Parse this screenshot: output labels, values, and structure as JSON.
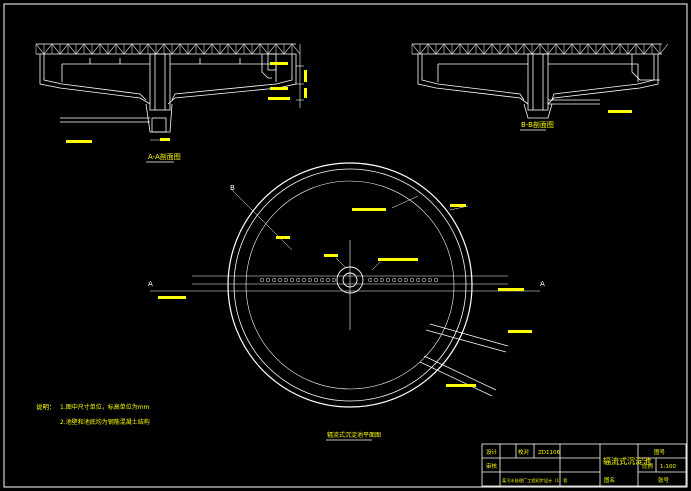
{
  "colors": {
    "background": "#000000",
    "line": "#ffffff",
    "accent": "#ffff00",
    "text_white": "#ffffff",
    "text_yellow": "#ffff00"
  },
  "sections": {
    "aa_title": "A-A剖面图",
    "bb_title": "B-B剖面图",
    "plan_title": "辐流式沉淀池平面图"
  },
  "section_labels": {
    "a_left": "A",
    "a_right": "A",
    "b_top": "B"
  },
  "notes": {
    "lead": "说明：",
    "line1": "1.图中尺寸单位，标高单位为mm",
    "line2": "2.池壁和池底均为钢筋混凝土结构"
  },
  "title_block": {
    "project_title": "辐流式沉淀池",
    "drawing_no": "ZD1106",
    "scale_label": "比例",
    "scale_value": "1:100",
    "sheet_label": "图号",
    "row1_a": "设计",
    "row1_b": "校对",
    "row2_a": "审核",
    "row2_b": "某污水处理厂工程初步设计（1）套",
    "row3": "图名",
    "page_label": "张号"
  }
}
